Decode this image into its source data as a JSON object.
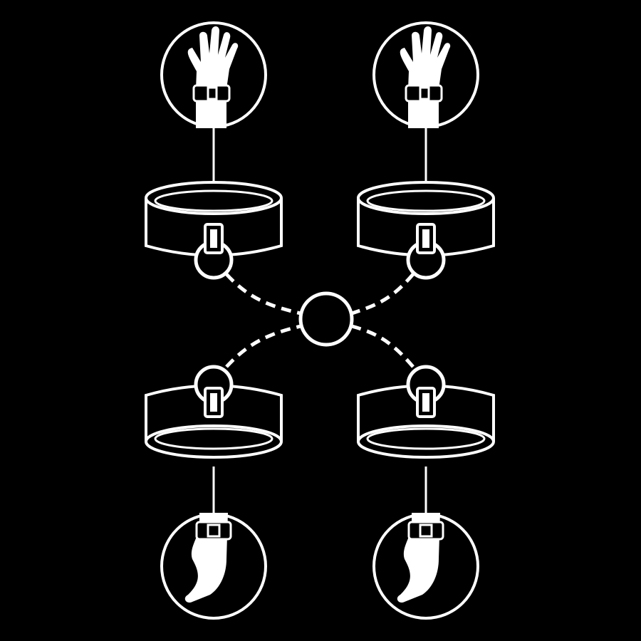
{
  "colors": {
    "background": "#000000",
    "stroke": "#ffffff"
  },
  "diagram": {
    "nodes": [
      {
        "id": "left-wrist",
        "icon": "hand-with-cuff-icon"
      },
      {
        "id": "right-wrist",
        "icon": "hand-with-cuff-icon"
      },
      {
        "id": "left-ankle",
        "icon": "foot-with-cuff-icon"
      },
      {
        "id": "right-ankle",
        "icon": "foot-with-cuff-icon"
      },
      {
        "id": "center-ring",
        "icon": "o-ring-icon"
      }
    ]
  }
}
